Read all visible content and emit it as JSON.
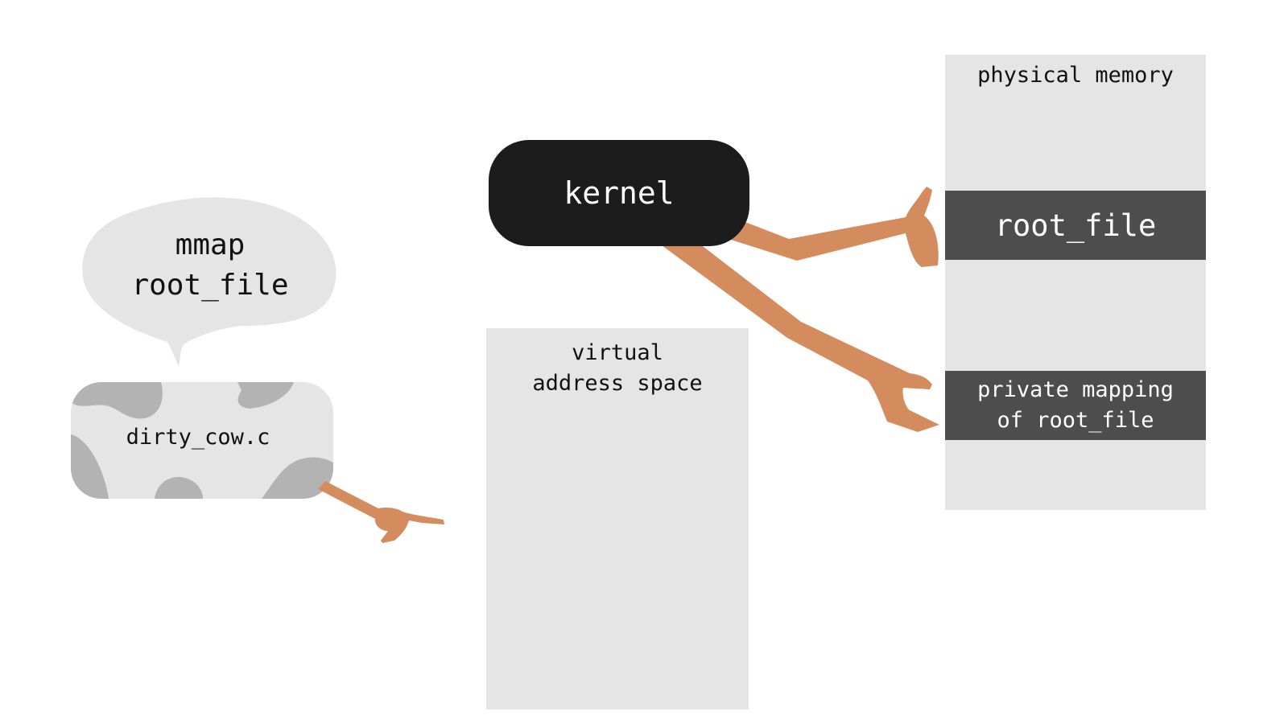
{
  "physical_memory": {
    "label": "physical memory",
    "root_file_label": "root_file",
    "private_mapping_line1": "private mapping",
    "private_mapping_line2": "of root_file"
  },
  "virtual_memory": {
    "line1": "virtual",
    "line2": "address space"
  },
  "kernel": {
    "label": "kernel"
  },
  "speech_bubble": {
    "line1": "mmap",
    "line2": "root_file"
  },
  "program": {
    "label": "dirty_cow.c"
  },
  "colors": {
    "panel": "#e5e5e5",
    "block": "#4d4d4d",
    "kernel": "#1c1c1c",
    "arm": "#d48c5e",
    "cow_spot": "#b3b3b3"
  }
}
